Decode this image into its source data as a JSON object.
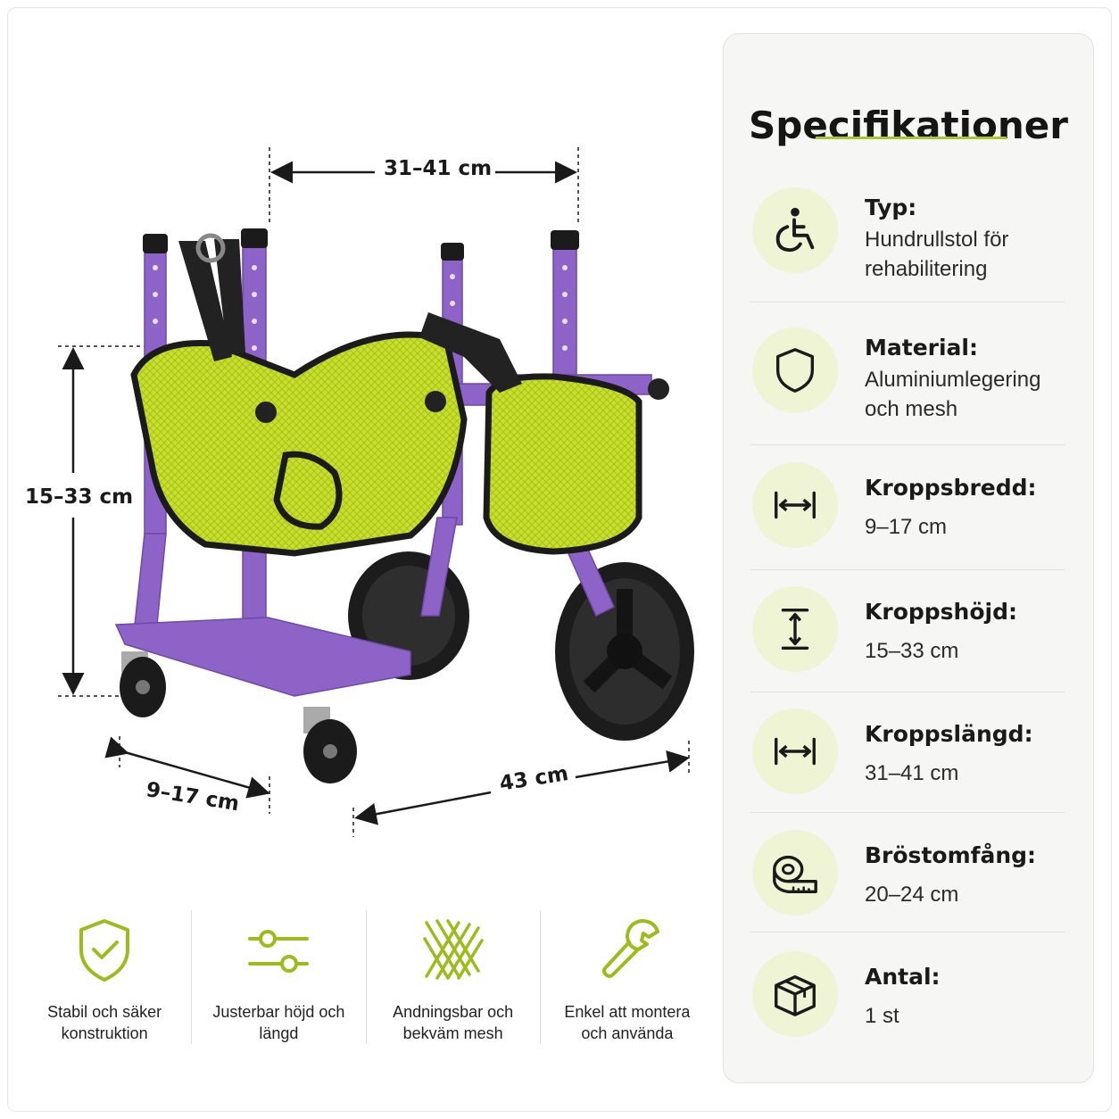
{
  "dimensions": {
    "top_width": "31–41 cm",
    "height": "15–33 cm",
    "front_width": "9–17 cm",
    "length": "43 cm"
  },
  "features": [
    {
      "icon": "shield-check-icon",
      "text": "Stabil och säker konstruktion"
    },
    {
      "icon": "sliders-icon",
      "text": "Justerbar höjd och längd"
    },
    {
      "icon": "mesh-icon",
      "text": "Andningsbar och bekväm mesh"
    },
    {
      "icon": "wrench-icon",
      "text": "Enkel att montera och använda"
    }
  ],
  "specs": {
    "title": "Specifikationer",
    "items": [
      {
        "icon": "wheelchair-icon",
        "label": "Typ:",
        "value": "Hundrullstol för rehabilitering"
      },
      {
        "icon": "shield-icon",
        "label": "Material:",
        "value": "Aluminiumlegering och mesh"
      },
      {
        "icon": "width-arrows-icon",
        "label": "Kroppsbredd:",
        "value": "9–17 cm"
      },
      {
        "icon": "height-arrows-icon",
        "label": "Kroppshöjd:",
        "value": "15–33 cm"
      },
      {
        "icon": "length-arrows-icon",
        "label": "Kroppslängd:",
        "value": "31–41 cm"
      },
      {
        "icon": "tape-measure-icon",
        "label": "Bröstomfång:",
        "value": "20–24 cm"
      },
      {
        "icon": "box-icon",
        "label": "Antal:",
        "value": "1 st"
      }
    ]
  },
  "colors": {
    "frame_purple": "#8d63c8",
    "mesh_green": "#c8df2c",
    "accent_green": "#a8c72c",
    "icon_circle": "#eff4d5"
  }
}
